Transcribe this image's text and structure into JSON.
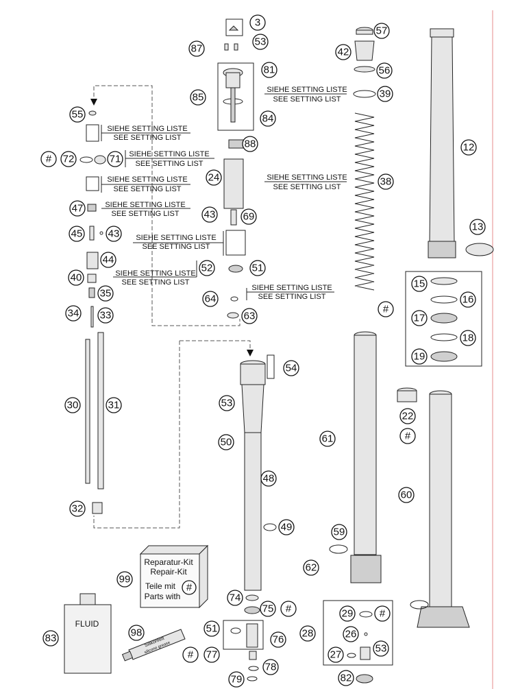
{
  "labels": {
    "siehe": "SIEHE SETTING LISTE",
    "see": "SEE SETTING LIST",
    "repair_kit_de": "Reparatur-Kit",
    "repair_kit_en": "Repair-Kit",
    "parts_de": "Teile mit",
    "parts_en": "Parts with",
    "fluid": "FLUID",
    "grease_brand": "Silikonfett",
    "grease_sub": "silicone grease"
  },
  "callouts": [
    "3",
    "57",
    "87",
    "53",
    "42",
    "81",
    "56",
    "85",
    "39",
    "84",
    "55",
    "12",
    "88",
    "72",
    "71",
    "24",
    "38",
    "47",
    "43",
    "69",
    "13",
    "45",
    "43",
    "44",
    "52",
    "51",
    "40",
    "35",
    "64",
    "63",
    "34",
    "33",
    "54",
    "30",
    "31",
    "53",
    "50",
    "61",
    "48",
    "60",
    "32",
    "49",
    "59",
    "62",
    "99",
    "74",
    "75",
    "83",
    "98",
    "51",
    "76",
    "28",
    "77",
    "78",
    "79",
    "82",
    "15",
    "16",
    "17",
    "18",
    "19",
    "22",
    "29",
    "26",
    "27",
    "53"
  ],
  "hash_symbol": "#"
}
